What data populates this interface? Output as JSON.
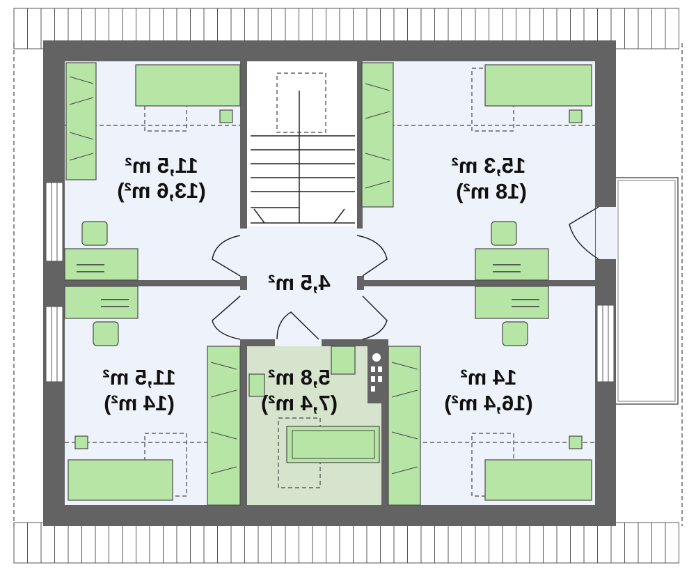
{
  "rooms": [
    {
      "id": "bedroom-top-left",
      "area": "11,5 m²",
      "area_total": "(13,6 m²)"
    },
    {
      "id": "bedroom-top-right",
      "area": "15,3 m²",
      "area_total": "(18 m²)"
    },
    {
      "id": "hall",
      "area": "4,5 m²"
    },
    {
      "id": "bedroom-bottom-left",
      "area": "11,5 m²",
      "area_total": "(14 m²)"
    },
    {
      "id": "bathroom",
      "area": "5,8 m²",
      "area_total": "(7,4 m²)"
    },
    {
      "id": "bedroom-bottom-right",
      "area": "14 m²",
      "area_total": "(16,4 m²)"
    }
  ],
  "colors": {
    "wall": "#636363",
    "floor": "#eef2fa",
    "furniture": "#b6e5a6",
    "bathroom": "#d6e4cd"
  }
}
